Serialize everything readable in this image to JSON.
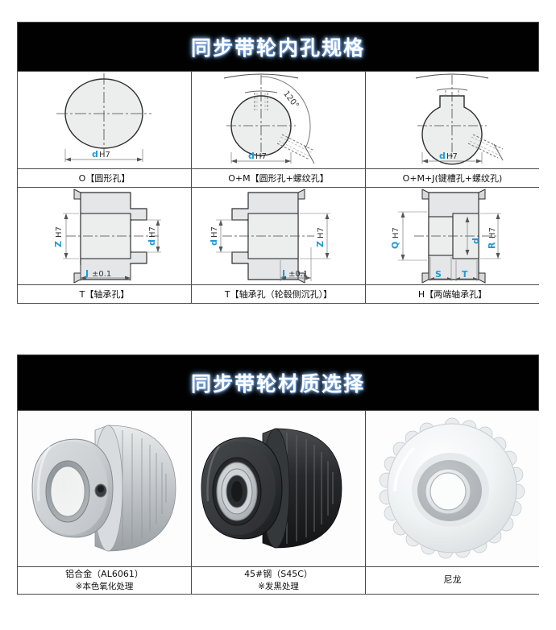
{
  "bore_table": {
    "header_title": "同步带轮内孔规格",
    "rows": [
      {
        "cells": [
          {
            "caption": "O【圆形孔】",
            "drawing": "round-bore",
            "dim_primary": "d",
            "dim_fit": "H7"
          },
          {
            "caption": "O+M【圆形孔+螺纹孔】",
            "drawing": "round-bore-with-tap",
            "dim_primary": "d",
            "dim_fit": "H7",
            "angle_label": "120°"
          },
          {
            "caption": "O+M+J(键槽孔+螺纹孔)",
            "drawing": "keyway-bore-with-tap",
            "dim_primary": "d",
            "dim_fit": "H7"
          }
        ]
      },
      {
        "cells": [
          {
            "caption": "T【轴承孔】",
            "drawing": "bearing-bore-section",
            "dim_left": "Z",
            "dim_left_fit": "H7",
            "dim_right": "d",
            "dim_right_fit": "H7",
            "dim_bottom": "J",
            "dim_bottom_tol": "±0.1"
          },
          {
            "caption": "T【轴承孔（轮毂侧沉孔）】",
            "drawing": "bearing-bore-hub-counterbore-section",
            "dim_left": "d",
            "dim_left_fit": "H7",
            "dim_right": "Z",
            "dim_right_fit": "H7",
            "dim_bottom": "J",
            "dim_bottom_tol": "±0.1"
          },
          {
            "caption": "H【两端轴承孔】",
            "drawing": "double-end-bearing-bore-section",
            "dim_left": "Q",
            "dim_left_fit": "H7",
            "dim_mid": "d",
            "dim_right": "R",
            "dim_right_fit": "H7",
            "dim_bottom_left": "S",
            "dim_bottom_right": "T"
          }
        ]
      }
    ]
  },
  "material_table": {
    "header_title": "同步带轮材质选择",
    "items": [
      {
        "photo": "aluminum-pulley-photo",
        "name": "铝合金（AL6061）",
        "note": "※本色氧化处理"
      },
      {
        "photo": "steel-pulley-photo",
        "name": "45#钢（S45C）",
        "note": "※发黑处理"
      },
      {
        "photo": "nylon-pulley-photo",
        "name": "尼龙",
        "note": ""
      }
    ]
  },
  "colors": {
    "header_bg": "#010101",
    "header_text": "#ffffff",
    "border": "#4a4a4a",
    "dimension_blue": "#1f9ad6",
    "aluminum": "#c8cbcd",
    "steel": "#2b2b2d",
    "nylon": "#eef1f2"
  }
}
